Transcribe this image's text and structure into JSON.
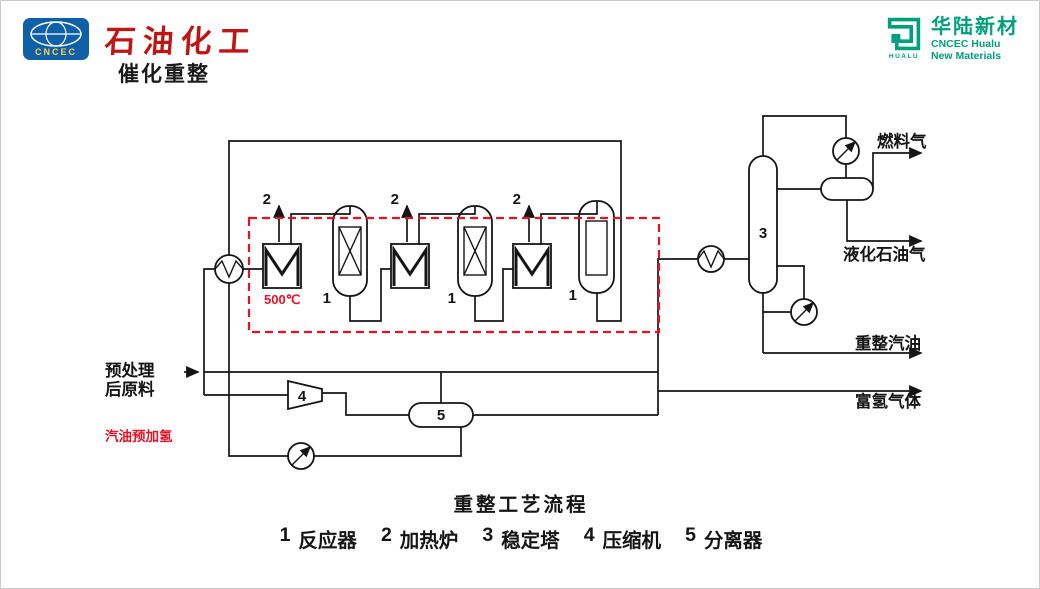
{
  "header": {
    "left_logo": {
      "emblem_text": "CNCEC",
      "brand": "石油化工"
    },
    "right_logo": {
      "icon_text": "HUALU",
      "name": "华陆新材",
      "line1": "CNCEC Hualu",
      "line2": "New Materials"
    }
  },
  "title": "催化重整",
  "diagram": {
    "temp": "500℃",
    "feed": {
      "line1": "预处理",
      "line2": "后原料",
      "note": "汽油预加氢"
    },
    "equip_labels": {
      "furnace": "2",
      "reactor": "1",
      "stabilizer": "3",
      "compressor": "4",
      "separator": "5"
    },
    "outputs": {
      "fuel_gas": "燃料气",
      "lpg": "液化石油气",
      "gasoline": "重整汽油",
      "hydrogen": "富氢气体"
    },
    "caption": "重整工艺流程",
    "legend": {
      "items": [
        {
          "num": "1",
          "name": "反应器"
        },
        {
          "num": "2",
          "name": "加热炉"
        },
        {
          "num": "3",
          "name": "稳定塔"
        },
        {
          "num": "4",
          "name": "压缩机"
        },
        {
          "num": "5",
          "name": "分离器"
        }
      ]
    },
    "colors": {
      "line": "#151515",
      "highlight": "#e81123"
    }
  }
}
